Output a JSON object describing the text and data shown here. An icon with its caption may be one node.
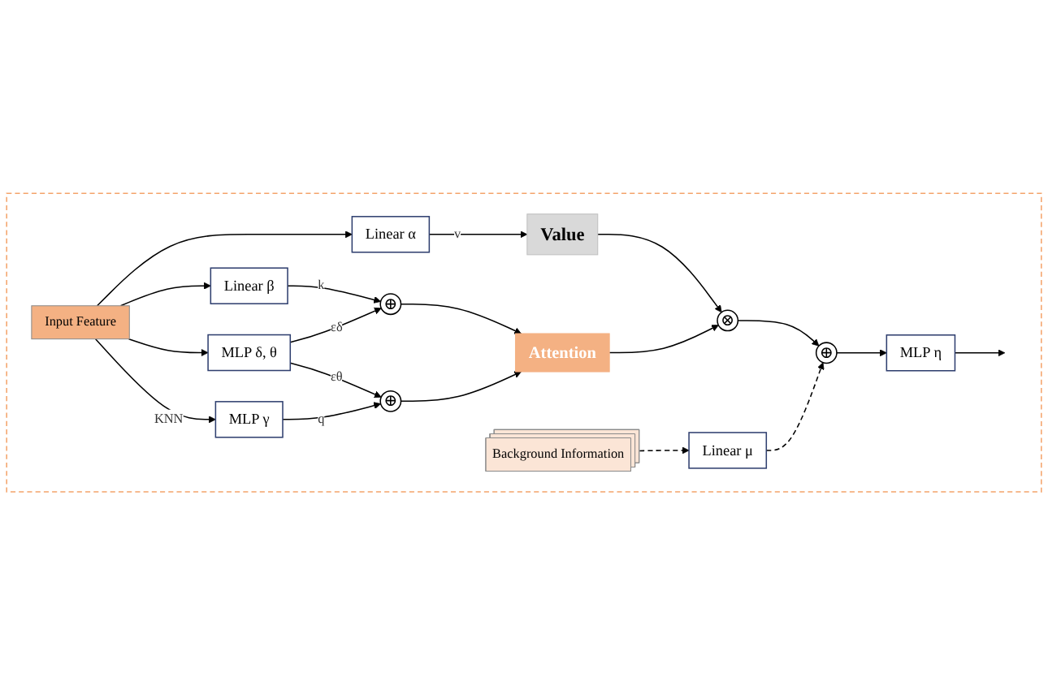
{
  "diagram": {
    "nodes": [
      {
        "text": [],
        "shape": "box"
      },
      {
        "text": [
          "Input Feature"
        ],
        "in": 0
      },
      {
        "text": [
          "Linear α"
        ],
        "in": 0
      },
      {
        "text": [
          "Linear β"
        ],
        "in": 0
      },
      {
        "text": [
          "MLP δ, θ"
        ],
        "in": 0
      },
      {
        "text": [
          "MLP γ"
        ],
        "in": 0
      },
      {
        "text": [
          "⊕"
        ],
        "in": 0
      },
      {
        "text": [
          "⊕"
        ],
        "in": 0
      },
      {
        "text": [
          "Value"
        ],
        "in": 0
      },
      {
        "text": [
          "Attention"
        ],
        "in": 0
      },
      {
        "text": [
          "⊗"
        ],
        "in": 0
      },
      {
        "text": [
          "⊕"
        ],
        "in": 0
      },
      {
        "text": [
          "Linear μ"
        ],
        "in": 0
      },
      {
        "text": [
          "Background Information"
        ],
        "in": 0
      },
      {
        "text": [
          "MLP η"
        ],
        "in": 0
      }
    ],
    "edges": [
      {
        "from": 1,
        "to": 2,
        "arrow": "to"
      },
      {
        "from": 1,
        "to": 3,
        "arrow": "to"
      },
      {
        "from": 1,
        "to": 4,
        "arrow": "to"
      },
      {
        "from": 1,
        "to": 5,
        "arrow": "to",
        "label": "KNN"
      },
      {
        "from": 2,
        "to": 8,
        "arrow": "to",
        "label": "v"
      },
      {
        "from": 3,
        "to": 6,
        "arrow": "to",
        "label": "k"
      },
      {
        "from": 4,
        "to": 6,
        "arrow": "to",
        "label": "εδ"
      },
      {
        "from": 4,
        "to": 7,
        "arrow": "to",
        "label": "εθ"
      },
      {
        "from": 5,
        "to": 7,
        "arrow": "to",
        "label": "q"
      },
      {
        "from": 6,
        "to": 9,
        "arrow": "to"
      },
      {
        "from": 7,
        "to": 9,
        "arrow": "to"
      },
      {
        "from": 8,
        "to": 10,
        "arrow": "to"
      },
      {
        "from": 9,
        "to": 10,
        "arrow": "to"
      },
      {
        "from": 10,
        "to": 11,
        "arrow": "to"
      },
      {
        "from": 11,
        "to": 14,
        "arrow": "to"
      },
      {
        "from": 12,
        "to": 11,
        "arrow": "to",
        "style": "dashed"
      },
      {
        "from": 13,
        "to": 12,
        "arrow": "to",
        "style": "dashed"
      },
      {
        "from": 14,
        "to": null,
        "arrow": "to"
      }
    ]
  }
}
